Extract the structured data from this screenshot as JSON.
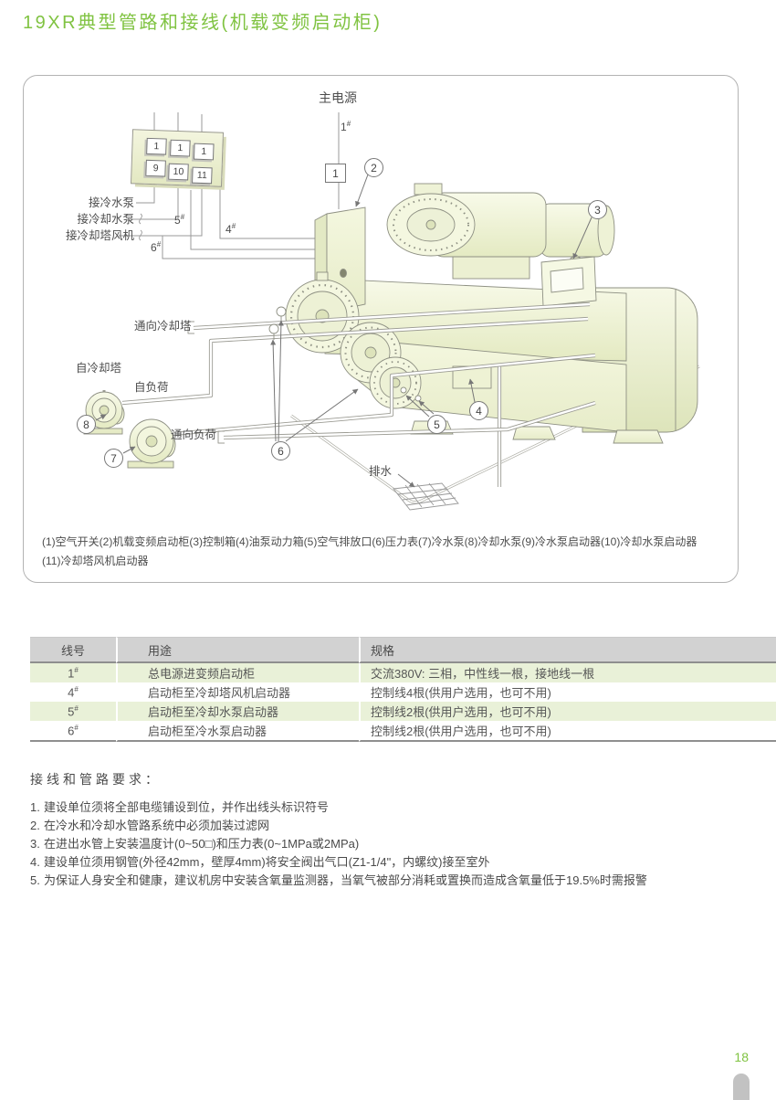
{
  "page": {
    "title": "19XR典型管路和接线(机载变频启动柜)",
    "page_number": "18"
  },
  "colors": {
    "accent_green": "#80c342",
    "table_header_gray": "#d2d2d2",
    "table_row_green": "#e9f1d8",
    "machine_fill": "#f2f5da",
    "corner_tab_gray": "#c2c2c2"
  },
  "diagram": {
    "labels": {
      "main_power": "主电源",
      "connect_chilled_water_pump": "接冷水泵",
      "connect_cooling_water_pump": "接冷却水泵",
      "connect_cooling_tower_fan": "接冷却塔风机",
      "to_cooling_tower": "通向冷却塔",
      "from_cooling_tower": "自冷却塔",
      "from_load": "自负荷",
      "to_load": "通向负荷",
      "drain": "排水"
    },
    "wires": {
      "w1": {
        "n": "1",
        "s": "#"
      },
      "w4": {
        "n": "4",
        "s": "#"
      },
      "w5": {
        "n": "5",
        "s": "#"
      },
      "w6": {
        "n": "6",
        "s": "#"
      }
    },
    "switch_label": "1",
    "keypad": {
      "top": [
        "1",
        "1",
        "1"
      ],
      "bottom": [
        "9",
        "10",
        "11"
      ]
    },
    "callouts": {
      "c2": "2",
      "c3": "3",
      "c4": "4",
      "c5": "5",
      "c6": "6",
      "c7": "7",
      "c8": "8"
    },
    "caption_line1": "(1)空气开关(2)机载变频启动柜(3)控制箱(4)油泵动力箱(5)空气排放口(6)压力表(7)冷水泵(8)冷却水泵(9)冷水泵启动器(10)冷却水泵启动器",
    "caption_line2": "(11)冷却塔风机启动器"
  },
  "table": {
    "headers": [
      "线号",
      "用途",
      "规格"
    ],
    "rows": [
      {
        "line": {
          "n": "1",
          "s": "#"
        },
        "purpose": "总电源进变频启动柜",
        "spec": "交流380V: 三相，中性线一根，接地线一根"
      },
      {
        "line": {
          "n": "4",
          "s": "#"
        },
        "purpose": "启动柜至冷却塔风机启动器",
        "spec": "控制线4根(供用户选用，也可不用)"
      },
      {
        "line": {
          "n": "5",
          "s": "#"
        },
        "purpose": "启动柜至冷却水泵启动器",
        "spec": "控制线2根(供用户选用，也可不用)"
      },
      {
        "line": {
          "n": "6",
          "s": "#"
        },
        "purpose": "启动柜至冷水泵启动器",
        "spec": "控制线2根(供用户选用，也可不用)"
      }
    ]
  },
  "requirements": {
    "heading": "接线和管路要求：",
    "items": [
      {
        "no": "1.",
        "text": "建设单位须将全部电缆铺设到位，并作出线头标识符号"
      },
      {
        "no": "2.",
        "text": "在冷水和冷却水管路系统中必须加装过滤网"
      },
      {
        "no": "3.",
        "text": "在进出水管上安装温度计(0~50□)和压力表(0~1MPa或2MPa)"
      },
      {
        "no": "4.",
        "text": "建设单位须用钢管(外径42mm，壁厚4mm)将安全阀出气口(Z1-1/4\"，内螺纹)接至室外"
      },
      {
        "no": "5.",
        "text": "为保证人身安全和健康，建议机房中安装含氧量监测器，当氧气被部分消耗或置换而造成含氧量低于19.5%时需报警"
      }
    ]
  }
}
